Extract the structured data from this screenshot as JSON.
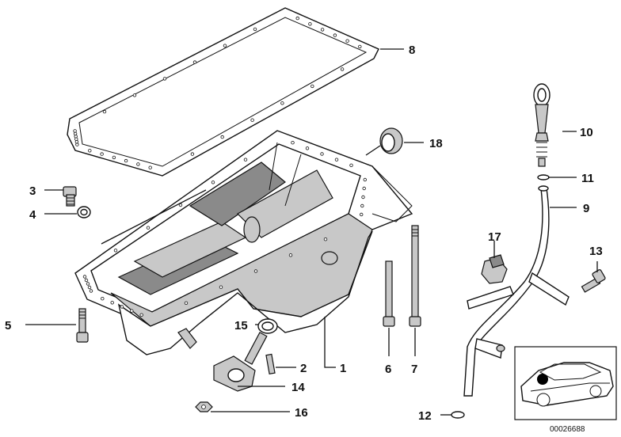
{
  "diagram": {
    "document_number": "00026688",
    "callouts": [
      {
        "id": "1",
        "label": "1"
      },
      {
        "id": "2",
        "label": "2"
      },
      {
        "id": "3",
        "label": "3"
      },
      {
        "id": "4",
        "label": "4"
      },
      {
        "id": "5",
        "label": "5"
      },
      {
        "id": "6",
        "label": "6"
      },
      {
        "id": "7",
        "label": "7"
      },
      {
        "id": "8",
        "label": "8"
      },
      {
        "id": "9",
        "label": "9"
      },
      {
        "id": "10",
        "label": "10"
      },
      {
        "id": "11",
        "label": "11"
      },
      {
        "id": "12",
        "label": "12"
      },
      {
        "id": "13",
        "label": "13"
      },
      {
        "id": "14",
        "label": "14"
      },
      {
        "id": "15",
        "label": "15"
      },
      {
        "id": "16",
        "label": "16"
      },
      {
        "id": "17",
        "label": "17"
      },
      {
        "id": "18",
        "label": "18"
      }
    ],
    "colors": {
      "line": "#111111",
      "fill_light": "#c8c8c8",
      "fill_dark": "#8a8a8a",
      "background": "#ffffff"
    }
  }
}
